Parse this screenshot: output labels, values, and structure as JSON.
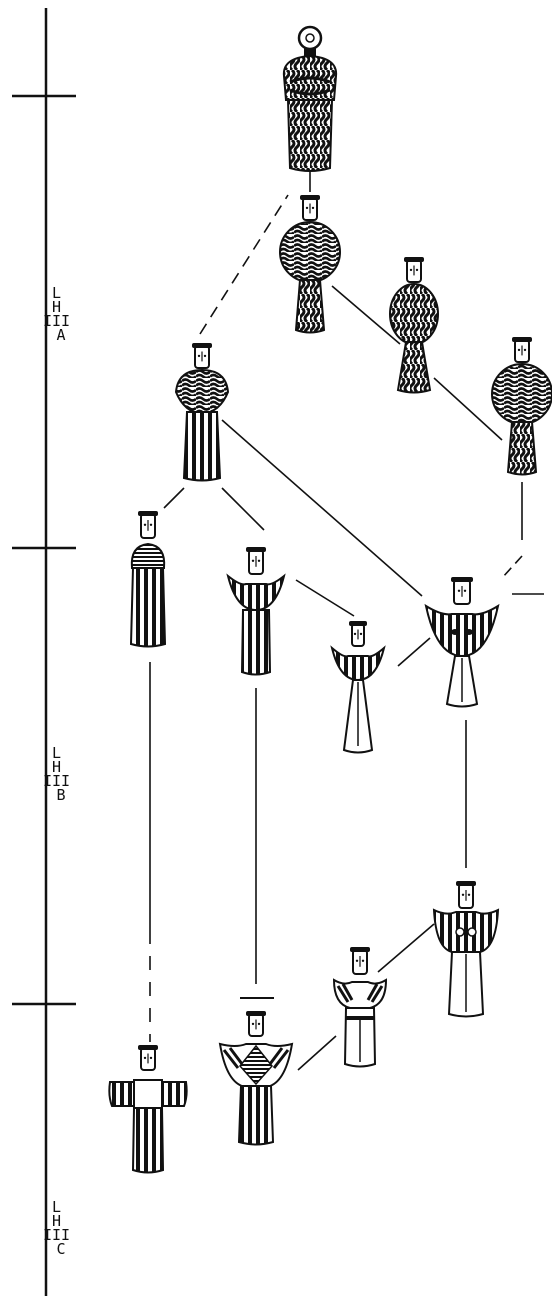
{
  "periods": [
    {
      "id": "LH-IIIA",
      "lines": [
        "L",
        "H",
        "III",
        "A"
      ]
    },
    {
      "id": "LH-IIIB",
      "lines": [
        "L",
        "H",
        "III",
        "B"
      ]
    },
    {
      "id": "LH-IIIC",
      "lines": [
        "L",
        "H",
        "III",
        "C"
      ]
    }
  ],
  "figurines": [
    {
      "id": "naturalistic",
      "type": "naturalistic"
    },
    {
      "id": "phi-early-round",
      "type": "phi-round"
    },
    {
      "id": "phi-slender",
      "type": "phi-slender"
    },
    {
      "id": "phi-wavy",
      "type": "phi-round"
    },
    {
      "id": "proto-psi",
      "type": "proto-psi"
    },
    {
      "id": "tau-early",
      "type": "tau-bottle"
    },
    {
      "id": "psi-early-1",
      "type": "psi-narrow"
    },
    {
      "id": "psi-early-2",
      "type": "psi-small"
    },
    {
      "id": "psi-main",
      "type": "psi-broad"
    },
    {
      "id": "psi-late-broad",
      "type": "psi-late"
    },
    {
      "id": "psi-late-small",
      "type": "psi-late-small"
    },
    {
      "id": "psi-late-decorated",
      "type": "psi-decorated"
    },
    {
      "id": "tau-late",
      "type": "tau-cross"
    }
  ],
  "colors": {
    "ink": "#111111",
    "paper": "#ffffff"
  }
}
